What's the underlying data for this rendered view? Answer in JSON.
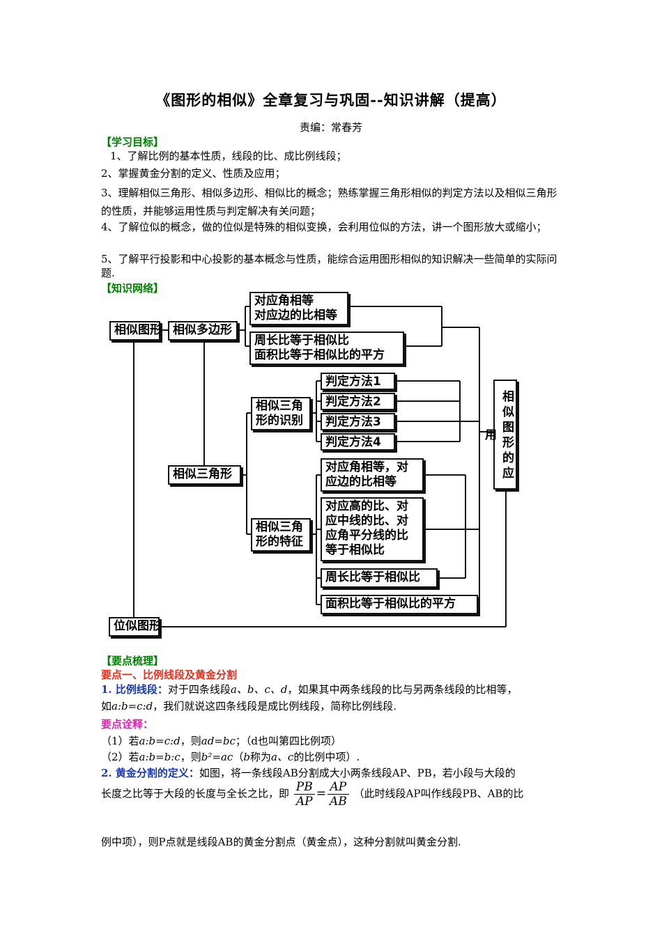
{
  "header": {
    "title": "《图形的相似》全章复习与巩固--知识讲解（提高）",
    "author": "责编：常春芳"
  },
  "goals": {
    "heading": "【学习目标】",
    "items": [
      "1、了解比例的基本性质，线段的比、成比例线段；",
      "2、掌握黄金分割的定义、性质及应用；",
      "3、理解相似三角形、相似多边形、相似比的概念；熟练掌握三角形相似的判定方法以及相似三角形的性质，并能够运用性质与判定解决有关问题；",
      "4、了解位似的概念，做的位似是特殊的相似变换，会利用位似的方法，讲一个图形放大或缩小；",
      "5、了解平行投影和中心投影的基本概念与性质，能综合运用图形相似的知识解决一些简单的实际问题."
    ]
  },
  "network": {
    "heading": "【知识网络】",
    "nodes": {
      "similar_figures": "相似图形",
      "similar_polygons": "相似多边形",
      "poly_prop1": [
        "对应角相等",
        "对应边的比相等"
      ],
      "poly_prop2": [
        "周长比等于相似比",
        "面积比等于相似比的平方"
      ],
      "similar_triangles": "相似三角形",
      "tri_identify": [
        "相似三角",
        "形的识别"
      ],
      "methods": [
        "判定方法1",
        "判定方法2",
        "判定方法3",
        "判定方法4"
      ],
      "tri_features": [
        "相似三角",
        "形的特征"
      ],
      "feature1": [
        "对应角相等，对",
        "应边的比相等"
      ],
      "feature2": [
        "对应高的比、对",
        "应中线的比、对",
        "应角平分线的比",
        "等于相似比"
      ],
      "feature3": "周长比等于相似比",
      "feature4": "面积比等于相似比的平方",
      "application": "相似图形的应用",
      "homothety": "位似图形"
    }
  },
  "points": {
    "heading": "【要点梳理】",
    "point1_title": "要点一、比例线段及黄金分割",
    "def1_label": "1. 比例线段：",
    "def1_text_a": "对于四条线段",
    "def1_vars": "a、b、c、d",
    "def1_text_b": "，如果其中两条线段的比与另两条线段的比相等，",
    "def1_line2_a": "如",
    "def1_line2_eq": "a:b=c:d",
    "def1_line2_b": "，我们就说这四条线段是成比例线段，简称比例线段.",
    "note_label": "要点诠释：",
    "note1_a": "（1）若",
    "note1_eq": "a:b=c:d",
    "note1_b": "，则",
    "note1_eq2": "ad=bc",
    "note1_c": "；（d也叫第四比例项）",
    "note2_a": "（2）若",
    "note2_eq": "a:b=b:c",
    "note2_b": "，则",
    "note2_eq2": "b²=ac",
    "note2_c": "（",
    "note2_b_var": "b",
    "note2_d": "称为",
    "note2_ac": "a、c",
    "note2_e": "的比例中项）.",
    "def2_label": "2. 黄金分割的定义：",
    "def2_text": "如图，将一条线段AB分割成大小两条线段AP、PB，若小段与大段的",
    "def2_line2_a": "长度之比等于大段的长度与全长之比，即",
    "frac1_num": "PB",
    "frac1_den": "AP",
    "frac_eq": "=",
    "frac2_num": "AP",
    "frac2_den": "AB",
    "def2_line2_b": "（此时线段AP叫作线段PB、AB的比",
    "def2_line3": "例中项），则P点就是线段AB的黄金分割点（黄金点），这种分割就叫黄金分割."
  }
}
